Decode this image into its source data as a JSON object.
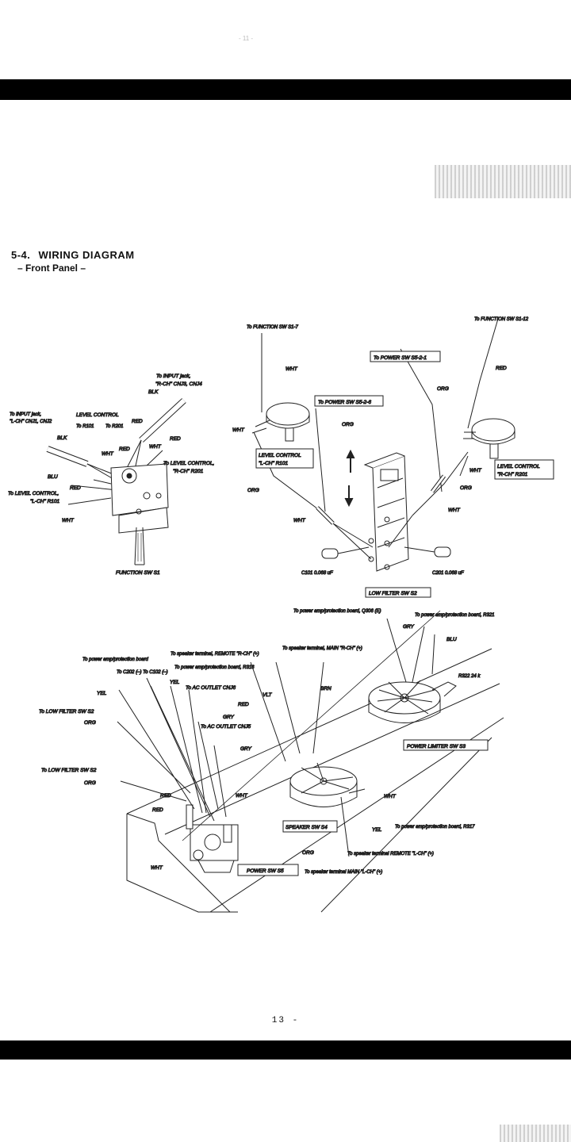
{
  "page": {
    "top_mark": "- 11 -",
    "section_number": "5-4.",
    "section_title": "WIRING DIAGRAM",
    "subtitle": "– Front Panel –",
    "page_number": "13 -"
  },
  "diagram": {
    "left": {
      "to_input_r": "To INPUT jack,",
      "to_input_r2": "\"R-CH\" CNJ3, CNJ4",
      "blk_top": "BLK",
      "to_input_l": "To INPUT jack,",
      "to_input_l2": "\"L-CH\" CNJ1, CNJ2",
      "level_control": "LEVEL  CONTROL",
      "to_r101": "To R101",
      "to_r201": "To R201",
      "red1": "RED",
      "red2": "RED",
      "red3": "RED",
      "red4": "RED",
      "wht1": "WHT",
      "wht2": "WHT",
      "wht3": "WHT",
      "blk2": "BLK",
      "blu": "BLU",
      "to_level_r": "To LEVEL CONTROL,",
      "to_level_r2": "\"R-CH\" R201",
      "to_level_l": "To LEVEL CONTROL,",
      "to_level_l2": "\"L-CH\" R101",
      "function_sw": "FUNCTION SW S1"
    },
    "right": {
      "to_func_7": "To FUNCTION  SW  S1-7",
      "to_func_12": "To FUNCTION  SW  S1-12",
      "wht_a": "WHT",
      "red_a": "RED",
      "to_power_s521": "To POWER  SW  S5-2-1",
      "org_a": "ORG",
      "to_power_s526": "To POWER  SW  S5-2-6",
      "org_b": "ORG",
      "wht_b": "WHT",
      "level_l_1": "LEVEL  CONTROL",
      "level_l_2": "\"L-CH\" R101",
      "level_r_1": "LEVEL  CONTROL",
      "level_r_2": "\"R-CH\" R201",
      "wht_c": "WHT",
      "org_c": "ORG",
      "org_d": "ORG",
      "wht_d": "WHT",
      "wht_e": "WHT",
      "c101": "C101 0.068 uF",
      "c201": "C201 0.068 uF",
      "low_filter": "LOW FILTER SW S2"
    },
    "bottom": {
      "q306": "To power amp/protection board, Q306 (E)",
      "r321": "To power amp/protection board, R321",
      "gry_a": "GRY",
      "blu_a": "BLU",
      "spk_main_r": "To speaker terminal, MAIN \"R-CH\" (+)",
      "spk_remote_r": "To speaker terminal, REMOTE \"R-CH\" (+)",
      "pa_board": "To power amp/protection board",
      "pa_r316": "To power amp/protection board, R316",
      "c202": "To C202 (–)  To C102 (–)",
      "r322": "R322 24 k",
      "yel_a": "YEL",
      "yel_b": "YEL",
      "ac_cnj6": "To AC OUTLET CNJ6",
      "vlt": "VLT",
      "brn": "BRN",
      "red_b": "RED",
      "to_low_1": "To LOW FILTER SW S2",
      "org_e": "ORG",
      "gry_b": "GRY",
      "ac_cnj5": "To AC OUTLET CNJ5",
      "gry_c": "GRY",
      "power_limiter": "POWER  LIMITER  SW  S3",
      "to_low_2": "To LOW  FILTER  SW  S2",
      "org_f": "ORG",
      "red_c": "RED",
      "red_d": "RED",
      "wht_f": "WHT",
      "wht_g": "WHT",
      "speaker_sw": "SPEAKER SW S4",
      "yel_c": "YEL",
      "pa_r317": "To power amp/protection board, R317",
      "org_g": "ORG",
      "spk_remote_l": "To speaker terminal REMOTE  \"L-CH\" (+)",
      "wht_h": "WHT",
      "power_sw": "POWER SW S5",
      "spk_main_l": "To speaker terminal MAIN  \"L-CH\" (+)"
    }
  }
}
